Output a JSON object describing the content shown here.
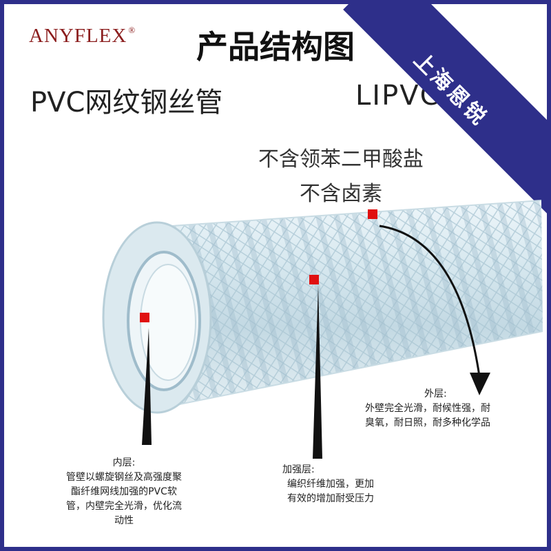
{
  "brand": {
    "name": "ANYFLEX",
    "mark": "®"
  },
  "title": "产品结构图",
  "product_name": "PVC网纹钢丝管",
  "model": "LIPVCH D",
  "corner_badge": "上海恩锐",
  "claims": [
    "不含领苯二甲酸盐",
    "不含卤素"
  ],
  "layers": {
    "outer": {
      "title": "外层:",
      "lines": [
        "外壁完全光滑，耐候性强，耐",
        "臭氧，耐日照，耐多种化学品"
      ]
    },
    "inner": {
      "title": "内层:",
      "lines": [
        "管壁以螺旋钢丝及高强度聚",
        "酯纤维网线加强的PVC软",
        "管，内壁完全光滑，优化流",
        "动性"
      ]
    },
    "reinforce": {
      "title": "加强层:",
      "lines": [
        "编织纤维加强，更加",
        "有效的增加耐受压力"
      ]
    }
  },
  "colors": {
    "frame": "#2e2f8a",
    "marker": "#e01010",
    "brand": "#8b1d1d"
  }
}
